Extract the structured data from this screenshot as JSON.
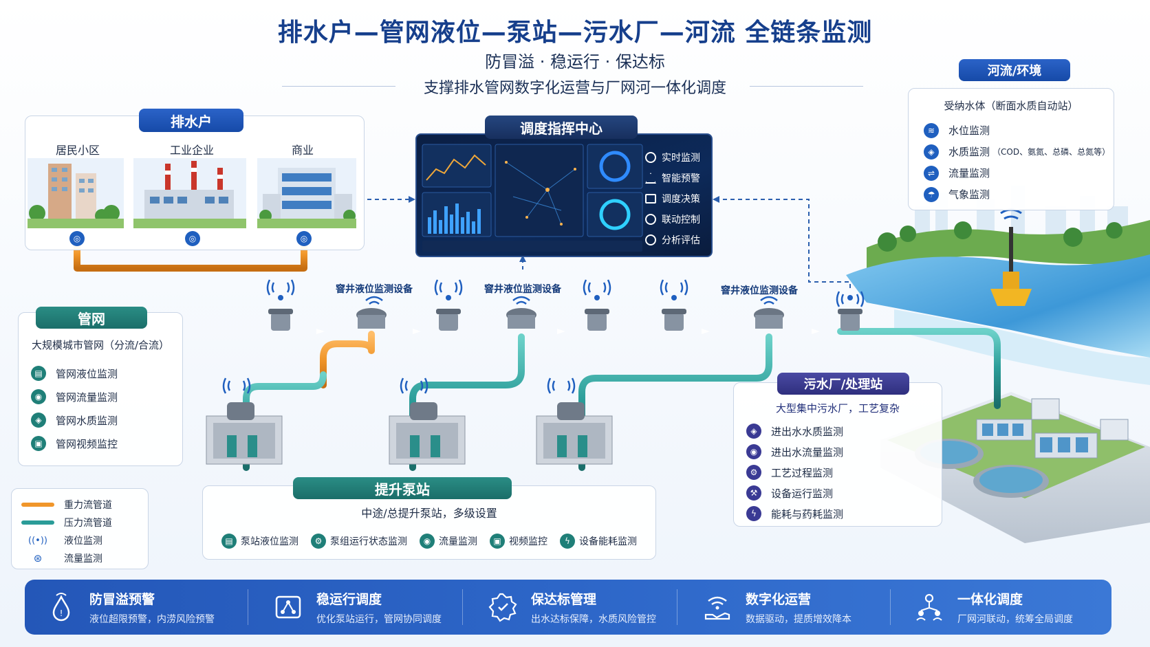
{
  "header": {
    "title": "排水户—管网液位—泵站—污水厂—河流 全链条监测",
    "subtitle": "防冒溢 · 稳运行 · 保达标",
    "subtitle2": "支撑排水管网数字化运营与厂网河一体化调度"
  },
  "drainage_users": {
    "tag": "排水户",
    "items": [
      {
        "label": "居民小区"
      },
      {
        "label": "工业企业"
      },
      {
        "label": "商业"
      }
    ]
  },
  "dispatch_center": {
    "tag": "调度指挥中心",
    "functions": [
      "实时监测",
      "智能预警",
      "调度决策",
      "联动控制",
      "分析评估"
    ]
  },
  "river": {
    "tag": "河流/环境",
    "heading": "受纳水体（断面水质自动站）",
    "items": [
      "水位监测",
      "水质监测",
      "流量监测",
      "气象监测"
    ],
    "water_quality_note": "（COD、氨氮、总磷、总氮等）"
  },
  "pipe_network": {
    "tag": "管网",
    "heading": "大规模城市管网（分流/合流）",
    "items": [
      "管网液位监测",
      "管网流量监测",
      "管网水质监测",
      "管网视频监控"
    ]
  },
  "manhole_labels": [
    "窨井液位监测设备",
    "窨井液位监测设备",
    "窨井液位监测设备"
  ],
  "pump_station": {
    "tag": "提升泵站",
    "heading": "中途/总提升泵站，多级设置",
    "items": [
      "泵站液位监测",
      "泵组运行状态监测",
      "流量监测",
      "视频监控",
      "设备能耗监测"
    ]
  },
  "wwtp": {
    "tag": "污水厂/处理站",
    "heading": "大型集中污水厂，工艺复杂",
    "items": [
      "进出水水质监测",
      "进出水流量监测",
      "工艺过程监测",
      "设备运行监测",
      "能耗与药耗监测"
    ]
  },
  "legend": {
    "items": [
      {
        "label": "重力流管道",
        "color": "#f0962a"
      },
      {
        "label": "压力流管道",
        "color": "#2a9c98"
      },
      {
        "label": "液位监测"
      },
      {
        "label": "流量监测"
      }
    ]
  },
  "features": [
    {
      "title": "防冒溢预警",
      "desc": "液位超限预警，内涝风险预警"
    },
    {
      "title": "稳运行调度",
      "desc": "优化泵站运行，管网协同调度"
    },
    {
      "title": "保达标管理",
      "desc": "出水达标保障，水质风险管控"
    },
    {
      "title": "数字化运营",
      "desc": "数据驱动，提质增效降本"
    },
    {
      "title": "一体化调度",
      "desc": "厂网河联动，统筹全局调度"
    }
  ],
  "colors": {
    "gravity_pipe": "#f0962a",
    "pressure_pipe": "#2a9c98",
    "primary_blue": "#1f5fbf"
  }
}
